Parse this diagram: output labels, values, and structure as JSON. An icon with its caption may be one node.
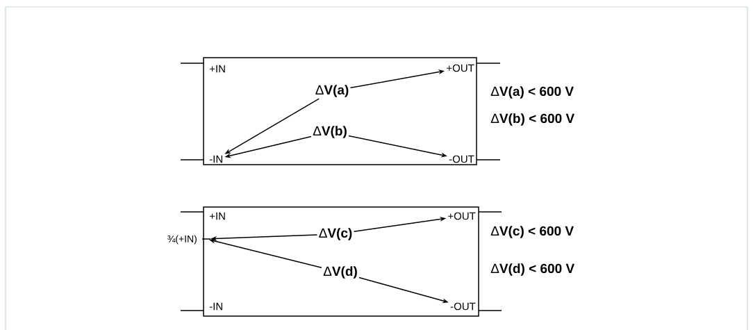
{
  "diagram": {
    "nodes": [
      {
        "text": [],
        "shape": "box"
      },
      {
        "text": [
          "+IN"
        ],
        "in": 0
      },
      {
        "text": [
          "-IN"
        ],
        "in": 0
      },
      {
        "text": [
          "Δ**V(a)**"
        ],
        "in": 0
      },
      {
        "text": [
          "+OUT"
        ],
        "in": 0
      },
      {
        "text": [
          "Δ**V(b)**"
        ],
        "in": 0
      },
      {
        "text": [
          "-OUT"
        ],
        "in": 0
      },
      {
        "text": [],
        "shape": "box"
      },
      {
        "text": [
          "+IN"
        ],
        "in": 7
      },
      {
        "text": [],
        "shape": "bar",
        "beside": [
          "¾(+IN)"
        ],
        "in": 7
      },
      {
        "text": [
          "Δ**V(c)**"
        ],
        "in": 7
      },
      {
        "text": [
          "+OUT"
        ],
        "in": 7
      },
      {
        "text": [
          "Δ**V(d)**"
        ],
        "in": 7
      },
      {
        "text": [
          "-IN"
        ],
        "in": 7
      },
      {
        "text": [
          "-OUT"
        ],
        "in": 7
      }
    ],
    "edges": [
      {
        "from": 3,
        "to": 4,
        "arrow": "to"
      },
      {
        "from": 3,
        "to": 2,
        "arrow": "to"
      },
      {
        "from": 5,
        "to": 2,
        "arrow": "to"
      },
      {
        "from": 5,
        "to": 6,
        "arrow": "to"
      },
      {
        "from": 10,
        "to": 9,
        "arrow": "to"
      },
      {
        "from": 10,
        "to": 11,
        "arrow": "to"
      },
      {
        "from": 12,
        "to": 9,
        "arrow": "to"
      },
      {
        "from": 12,
        "to": 14,
        "arrow": "to"
      }
    ],
    "labels": [
      "Δ**V(a) < 600 V**",
      "Δ**V(b) < 600 V**",
      "Δ**V(c) < 600 V**",
      "Δ**V(d) < 600 V**"
    ]
  }
}
